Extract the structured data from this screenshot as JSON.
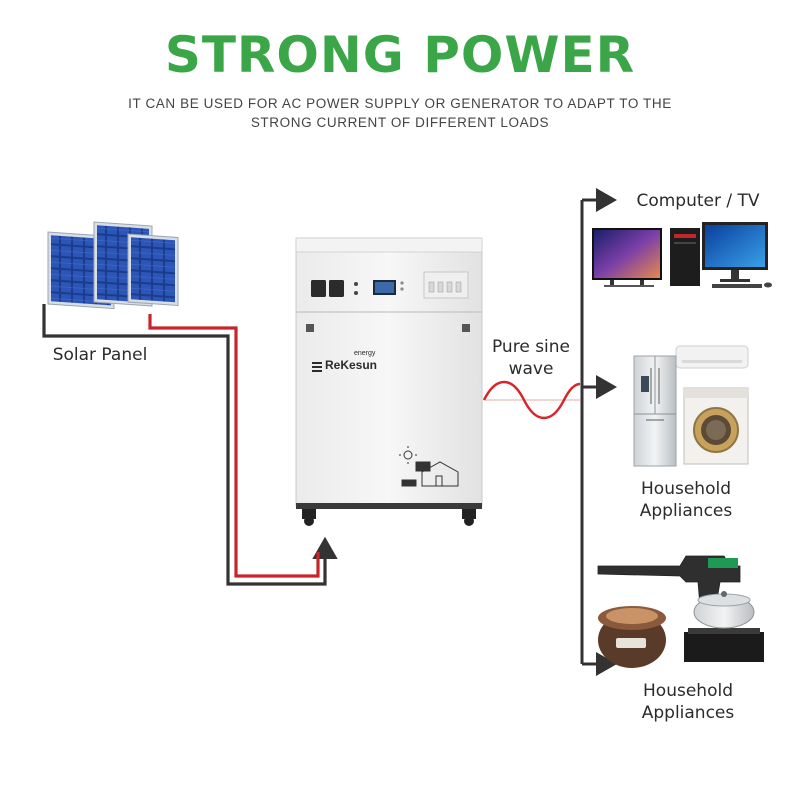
{
  "header": {
    "title": "STRONG POWER",
    "subtitle": "IT CAN BE USED FOR AC POWER SUPPLY OR GENERATOR TO ADAPT TO THE STRONG CURRENT OF DIFFERENT LOADS"
  },
  "solar": {
    "label": "Solar Panel"
  },
  "generator": {
    "brand": "ReKesun",
    "brand_tag": "energy"
  },
  "wave": {
    "label_line1": "Pure sine",
    "label_line2": "wave"
  },
  "outputs": [
    {
      "label": "Computer / TV"
    },
    {
      "label_line1": "Household",
      "label_line2": "Appliances"
    },
    {
      "label_line1": "Household",
      "label_line2": "Appliances"
    }
  ],
  "colors": {
    "title_green": "#3aa648",
    "wire_red": "#c8242b",
    "wire_dark": "#333333"
  }
}
